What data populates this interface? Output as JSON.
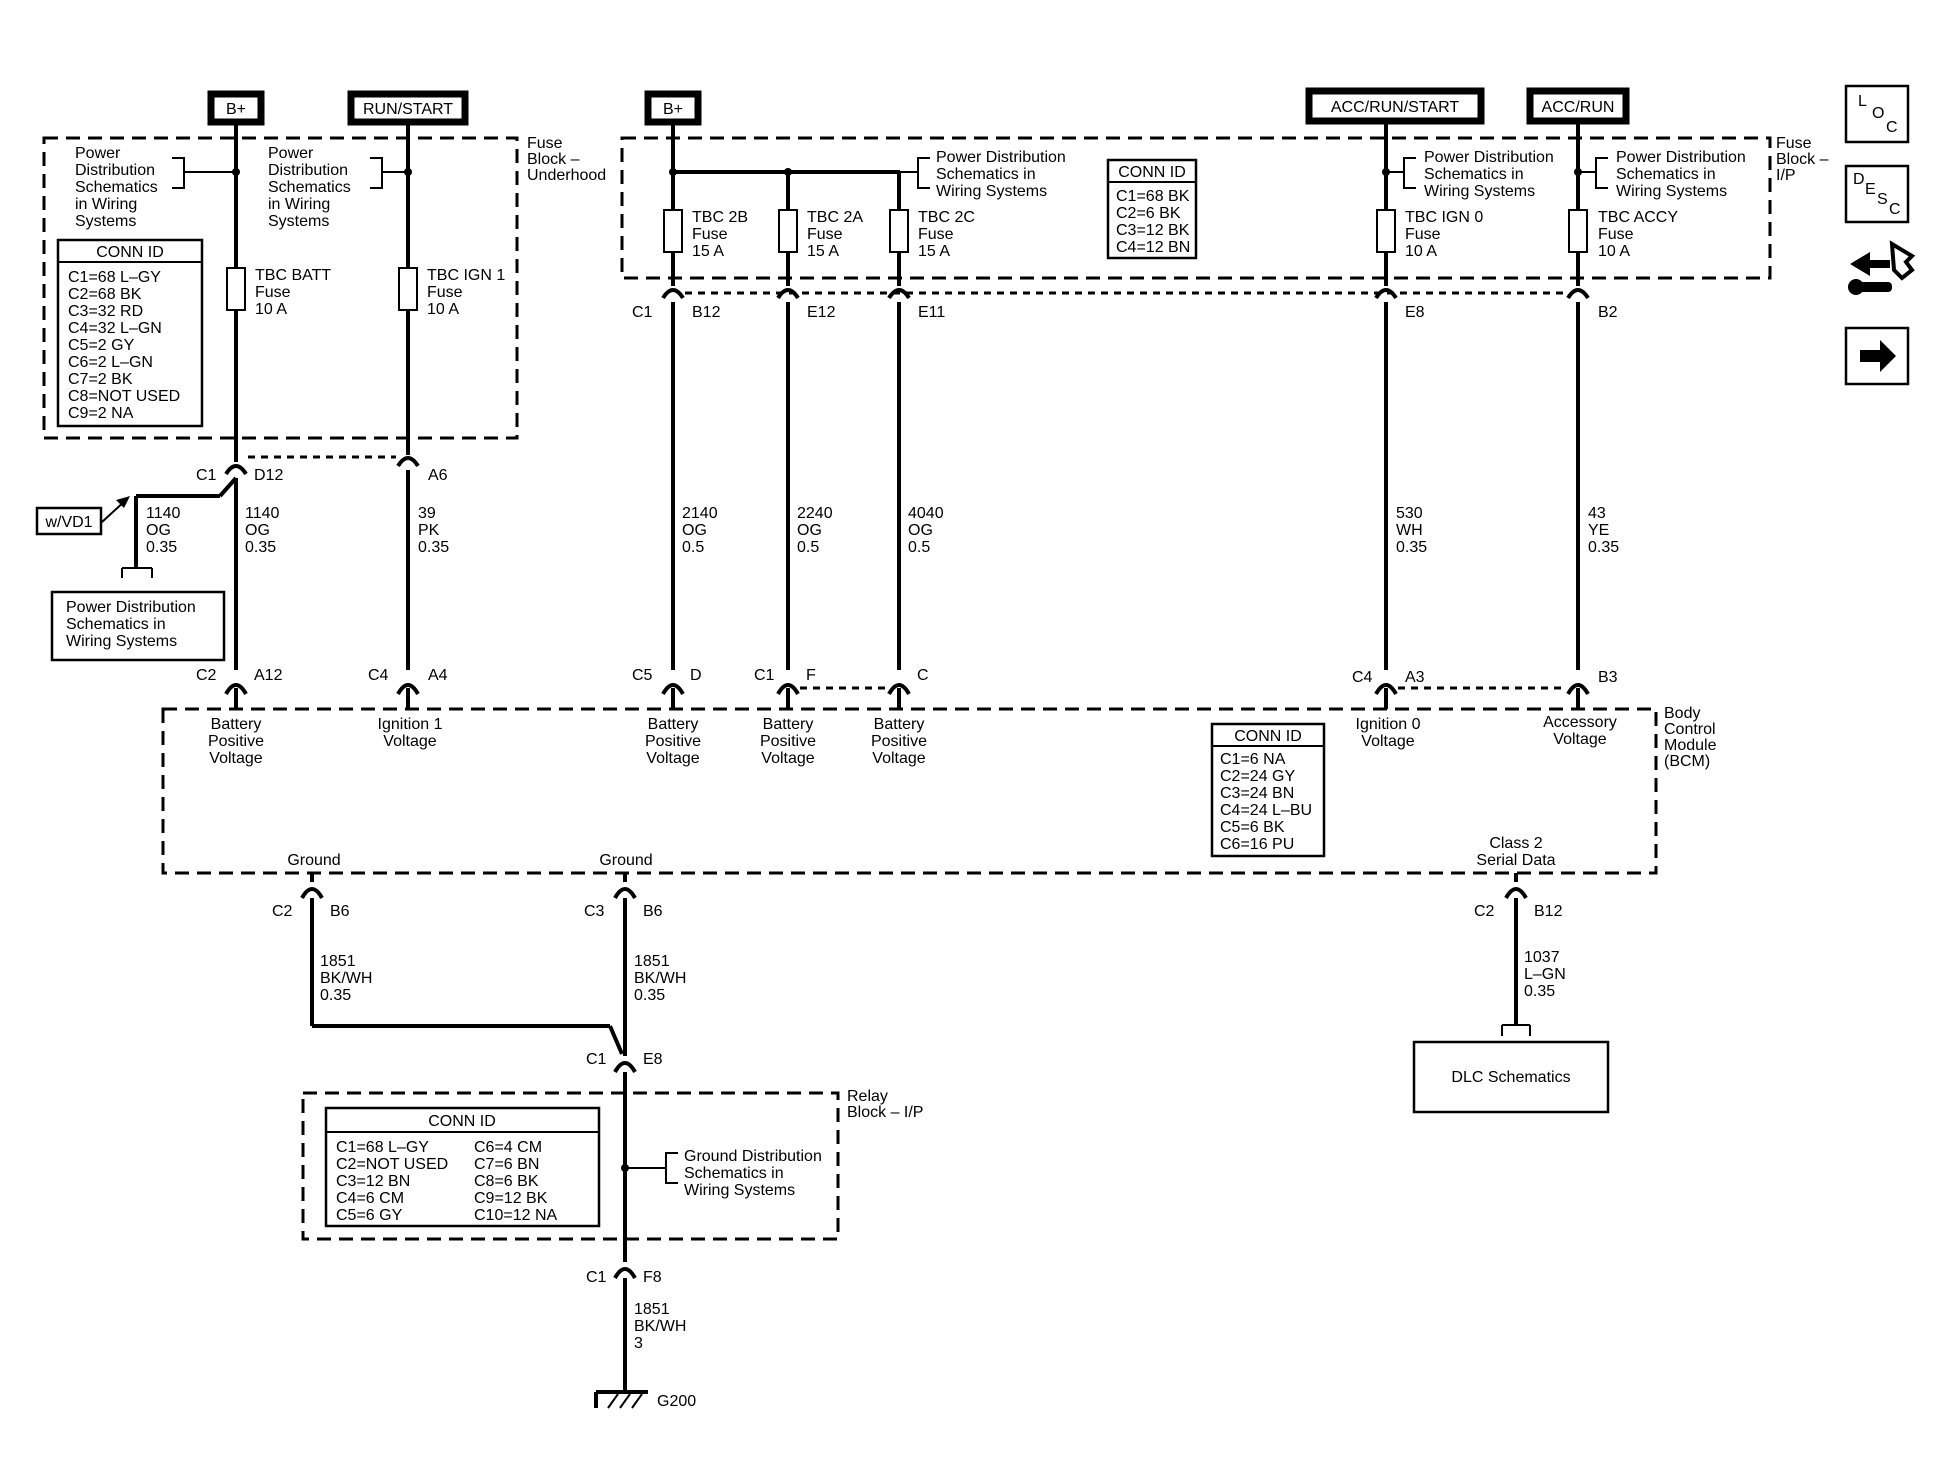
{
  "sources": {
    "bplus_1": "B+",
    "run_start": "RUN/START",
    "bplus_2": "B+",
    "acc_run_start": "ACC/RUN/START",
    "acc_run": "ACC/RUN"
  },
  "blocks": {
    "fuse_underhood": [
      "Fuse",
      "Block –",
      "Underhood"
    ],
    "fuse_ip": [
      "Fuse",
      "Block –",
      "I/P"
    ],
    "bcm": [
      "Body",
      "Control",
      "Module",
      "(BCM)"
    ],
    "relay_ip": [
      "Relay",
      "Block – I/P"
    ]
  },
  "references": {
    "power_dist_4": [
      "Power",
      "Distribution",
      "Schematics",
      "in Wiring",
      "Systems"
    ],
    "power_dist_3": [
      "Power Distribution",
      "Schematics in",
      "Wiring Systems"
    ],
    "ground_dist": [
      "Ground Distribution",
      "Schematics in",
      "Wiring Systems"
    ],
    "dlc": "DLC Schematics",
    "option": "w/VD1"
  },
  "conn_id": {
    "title": "CONN ID",
    "underhood": [
      "C1=68 L–GY",
      "C2=68 BK",
      "C3=32 RD",
      "C4=32 L–GN",
      "C5=2 GY",
      "C6=2 L–GN",
      "C7=2 BK",
      "C8=NOT USED",
      "C9=2 NA"
    ],
    "ip": [
      "C1=68 BK",
      "C2=6 BK",
      "C3=12 BK",
      "C4=12 BN"
    ],
    "bcm": [
      "C1=6 NA",
      "C2=24 GY",
      "C3=24 BN",
      "C4=24 L–BU",
      "C5=6 BK",
      "C6=16 PU"
    ],
    "relay_left": [
      "C1=68 L–GY",
      "C2=NOT USED",
      "C3=12 BN",
      "C4=6 CM",
      "C5=6 GY"
    ],
    "relay_right": [
      "C6=4 CM",
      "C7=6 BN",
      "C8=6 BK",
      "C9=12 BK",
      "C10=12 NA"
    ]
  },
  "fuses": {
    "batt": [
      "TBC BATT",
      "Fuse",
      "10 A"
    ],
    "ign1": [
      "TBC IGN 1",
      "Fuse",
      "10 A"
    ],
    "f2b": [
      "TBC 2B",
      "Fuse",
      "15 A"
    ],
    "f2a": [
      "TBC 2A",
      "Fuse",
      "15 A"
    ],
    "f2c": [
      "TBC 2C",
      "Fuse",
      "15 A"
    ],
    "ign0": [
      "TBC IGN 0",
      "Fuse",
      "10 A"
    ],
    "accy": [
      "TBC ACCY",
      "Fuse",
      "10 A"
    ]
  },
  "connectors": {
    "c1": "C1",
    "c2": "C2",
    "c3": "C3",
    "c4": "C4",
    "c5": "C5",
    "d12": "D12",
    "a6": "A6",
    "b12": "B12",
    "e12": "E12",
    "e11": "E11",
    "e8": "E8",
    "b2": "B2",
    "a12": "A12",
    "a4": "A4",
    "d": "D",
    "f": "F",
    "c": "C",
    "a3": "A3",
    "b3": "B3",
    "b6": "B6",
    "f8": "F8",
    "g200": "G200"
  },
  "wires": {
    "w1140": [
      "1140",
      "OG",
      "0.35"
    ],
    "w39": [
      "39",
      "PK",
      "0.35"
    ],
    "w2140": [
      "2140",
      "OG",
      "0.5"
    ],
    "w2240": [
      "2240",
      "OG",
      "0.5"
    ],
    "w4040": [
      "4040",
      "OG",
      "0.5"
    ],
    "w530": [
      "530",
      "WH",
      "0.35"
    ],
    "w43": [
      "43",
      "YE",
      "0.35"
    ],
    "w1851": [
      "1851",
      "BK/WH",
      "0.35"
    ],
    "w1851_3": [
      "1851",
      "BK/WH",
      "3"
    ],
    "w1037": [
      "1037",
      "L–GN",
      "0.35"
    ]
  },
  "bcm_pins": {
    "batt_pos": [
      "Battery",
      "Positive",
      "Voltage"
    ],
    "ign1": [
      "Ignition 1",
      "Voltage"
    ],
    "ign0": [
      "Ignition 0",
      "Voltage"
    ],
    "accy": [
      "Accessory",
      "Voltage"
    ],
    "ground": "Ground",
    "class2": [
      "Class 2",
      "Serial Data"
    ]
  },
  "nav": {
    "loc": [
      "L",
      "O",
      "C"
    ],
    "desc": [
      "D",
      "E",
      "S",
      "C"
    ]
  }
}
